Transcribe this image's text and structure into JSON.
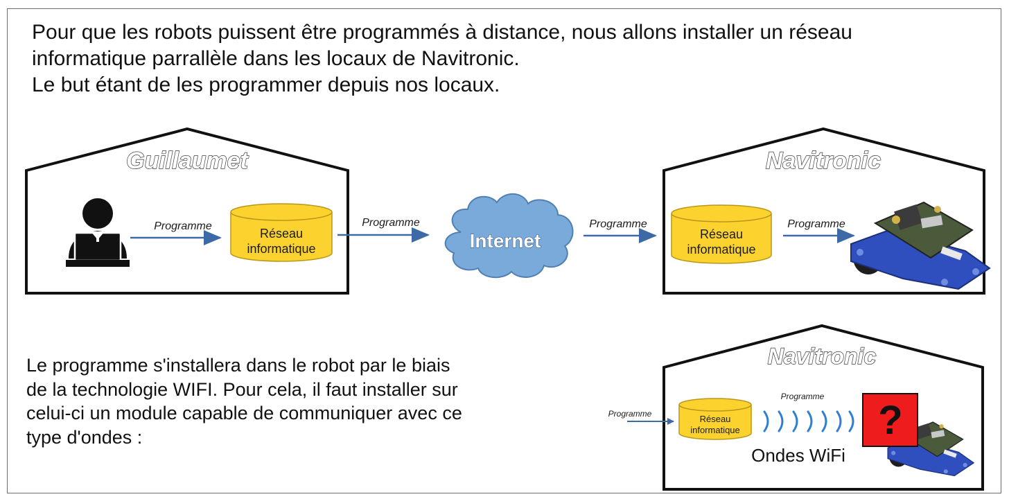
{
  "intro": {
    "line1": "Pour que les robots puissent être programmés à distance, nous allons installer un réseau",
    "line2": "informatique parrallèle dans les locaux de Navitronic.",
    "line3": "Le but étant de les programmer depuis nos locaux."
  },
  "top_diagram": {
    "house_left_title": "Guillaumet",
    "house_right_title": "Navitronic",
    "arrow1_label": "Programme",
    "arrow2_label": "Programme",
    "arrow3_label": "Programme",
    "arrow4_label": "Programme",
    "network_left": {
      "line1": "Réseau",
      "line2": "informatique"
    },
    "network_right": {
      "line1": "Réseau",
      "line2": "informatique"
    },
    "cloud_label": "Internet"
  },
  "bottom": {
    "paragraph": {
      "line1": "Le programme s'installera dans le robot par le biais",
      "line2": "de la technologie WIFI. Pour cela, il faut installer sur",
      "line3": "celui-ci un module capable de communiquer avec ce",
      "line4": "type d'ondes :"
    },
    "house_title": "Navitronic",
    "arrow_in_label": "Programme",
    "waves_label": "Programme",
    "network": {
      "line1": "Réseau",
      "line2": "informatique"
    },
    "waves_caption": "Ondes WiFi",
    "question_mark": "?"
  },
  "colors": {
    "cylinder_fill": "#fcd22e",
    "cylinder_stroke": "#b9961a",
    "arrow": "#3d6aa6",
    "cloud_fill": "#7aaad9",
    "cloud_stroke": "#4f7fb3",
    "wifi_wave": "#2d7fd4",
    "question_box": "#ee1c1c"
  },
  "icons": [
    "user-at-laptop-icon",
    "robot-photo",
    "cloud-icon",
    "wifi-waves-icon",
    "question-mark-box"
  ]
}
